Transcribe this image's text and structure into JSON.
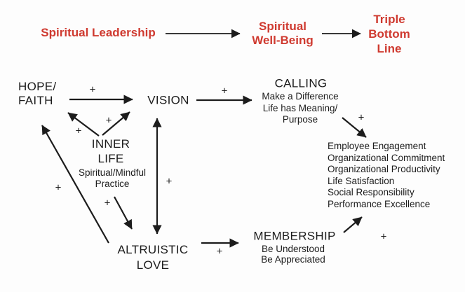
{
  "palette": {
    "red": "#cf3a30",
    "ink": "#1c1c1c",
    "background": "#fdfdfd"
  },
  "top_flow": {
    "spiritual_leadership": "Spiritual Leadership",
    "spiritual_well_being": "Spiritual\nWell-Being",
    "triple_bottom_line": "Triple\nBottom\nLine"
  },
  "nodes": {
    "hope_faith": {
      "title": "HOPE/\nFAITH"
    },
    "vision": {
      "title": "VISION"
    },
    "calling": {
      "title": "CALLING",
      "subtitle": "Make a Difference\nLife has Meaning/\nPurpose"
    },
    "inner_life": {
      "title": "INNER\nLIFE",
      "subtitle": "Spiritual/Mindful\nPractice"
    },
    "altruistic_love": {
      "title": "ALTRUISTIC\nLOVE"
    },
    "membership": {
      "title": "MEMBERSHIP",
      "subtitle": "Be Understood\nBe Appreciated"
    }
  },
  "outcomes": [
    "Employee Engagement",
    "Organizational Commitment",
    "Organizational Productivity",
    "Life Satisfaction",
    "Social Responsibility",
    "Performance Excellence"
  ],
  "edge_label": "+"
}
